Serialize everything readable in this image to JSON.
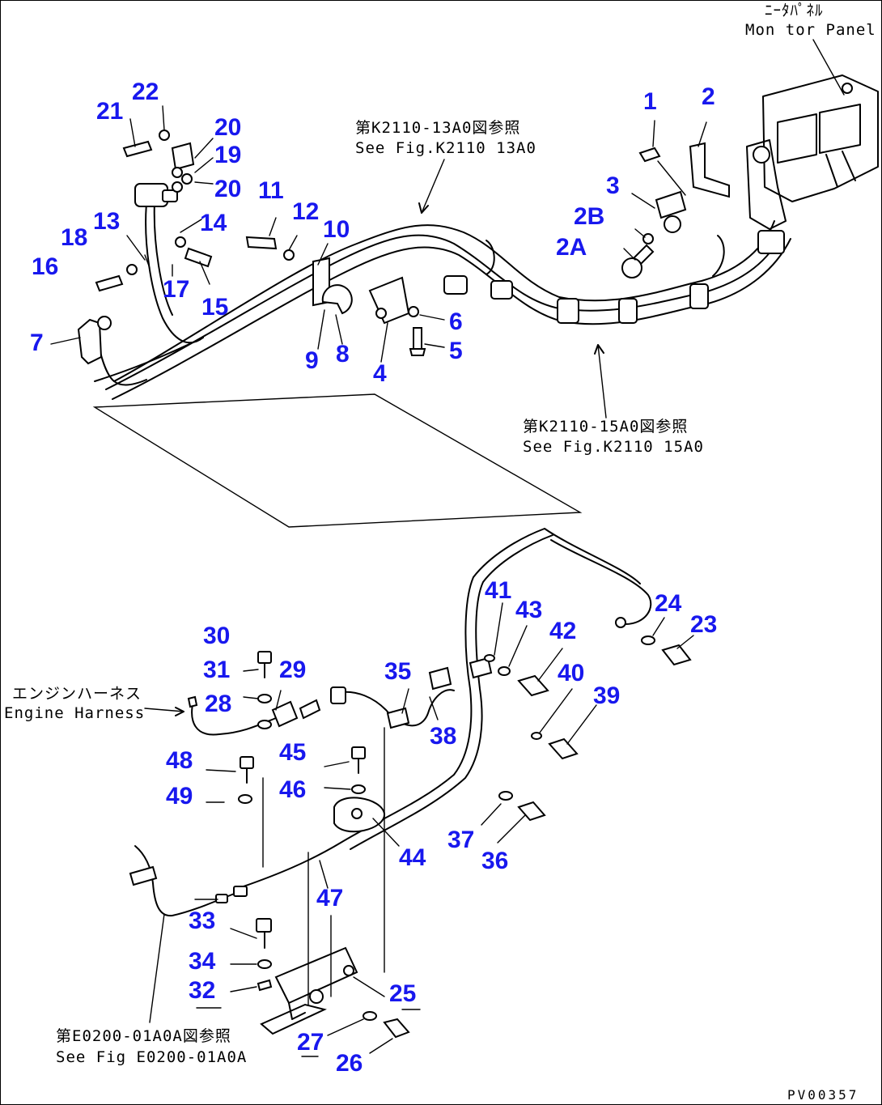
{
  "references": {
    "monitor_panel_jp": "ﾆｰﾀﾊﾟﾈﾙ",
    "monitor_panel_en": "Mon tor Panel",
    "fig_13a0_jp": "第K2110-13A0図参照",
    "fig_13a0_en": "See Fig.K2110 13A0",
    "fig_15a0_jp": "第K2110-15A0図参照",
    "fig_15a0_en": "See Fig.K2110 15A0",
    "engine_harness_jp": "エンジンハーネス",
    "engine_harness_en": "Engine Harness",
    "fig_e0200_jp": "第E0200-01A0A図参照",
    "fig_e0200_en": "See Fig E0200-01A0A"
  },
  "drawing_code": "PV00357",
  "callouts": [
    "1",
    "2",
    "3",
    "2B",
    "2A",
    "4",
    "5",
    "6",
    "7",
    "8",
    "9",
    "10",
    "11",
    "12",
    "13",
    "14",
    "15",
    "16",
    "17",
    "18",
    "19",
    "20",
    "20",
    "21",
    "22",
    "23",
    "24",
    "25",
    "26",
    "27",
    "28",
    "29",
    "30",
    "31",
    "32",
    "33",
    "34",
    "35",
    "36",
    "37",
    "38",
    "39",
    "40",
    "41",
    "42",
    "43",
    "44",
    "45",
    "46",
    "47",
    "48",
    "49"
  ],
  "colors": {
    "callout": "#1818ee",
    "line": "#000000",
    "background": "#ffffff"
  }
}
